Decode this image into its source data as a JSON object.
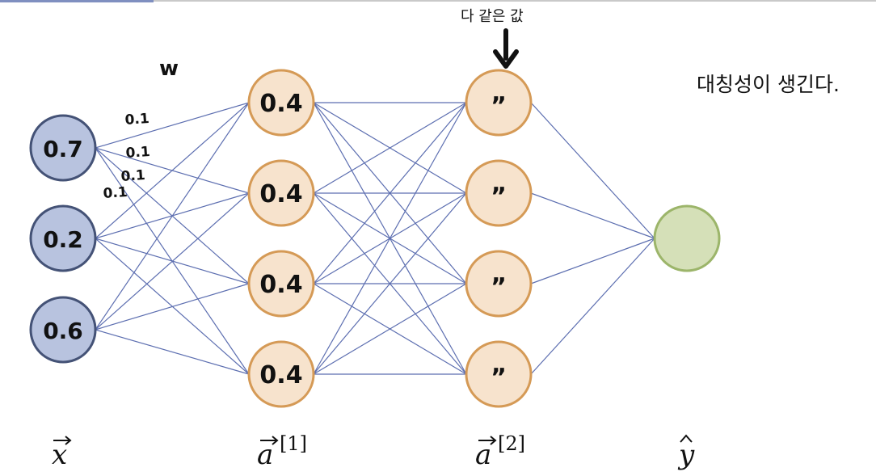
{
  "annotations": {
    "top_note": "다 같은 값",
    "right_note": "대칭성이 생긴다.",
    "weight_label": "w",
    "weight_values": [
      "0.1",
      "0.1",
      "0.1",
      "0.1"
    ]
  },
  "layers": {
    "input": {
      "label_base": "x",
      "label_sup": "",
      "nodes": [
        "0.7",
        "0.2",
        "0.6"
      ],
      "fill": "#b8c3df",
      "stroke": "#445276"
    },
    "hidden1": {
      "label_base": "a",
      "label_sup": "[1]",
      "nodes": [
        "0.4",
        "0.4",
        "0.4",
        "0.4"
      ],
      "fill": "#f7e3cd",
      "stroke": "#d59a56"
    },
    "hidden2": {
      "label_base": "a",
      "label_sup": "[2]",
      "nodes": [
        "”",
        "”",
        "”",
        "”"
      ],
      "fill": "#f7e3cd",
      "stroke": "#d59a56"
    },
    "output": {
      "label_base": "y",
      "label_sup": "",
      "nodes": [
        ""
      ],
      "fill": "#d5e0b8",
      "stroke": "#9cb56a"
    }
  },
  "edge_color": "#5c6eb0"
}
